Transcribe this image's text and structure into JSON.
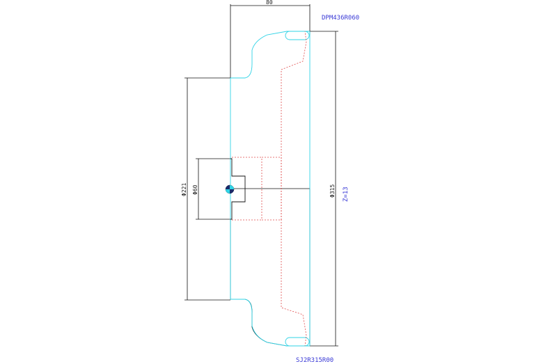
{
  "drawing": {
    "dimensions": {
      "width_80": "80",
      "diameter_315": "Φ315",
      "diameter_221": "Φ221",
      "diameter_60": "Φ60"
    },
    "labels": {
      "part_top": "DPM436R060",
      "part_bottom": "SJ2R315R00",
      "teeth": "Z=13"
    },
    "colors": {
      "outline_cyan": "#2fd3e6",
      "hidden_red": "#e04a4a",
      "dimension_black": "#111111",
      "label_blue": "#3a3ad6"
    },
    "icons": [
      "center-mark-icon"
    ]
  }
}
